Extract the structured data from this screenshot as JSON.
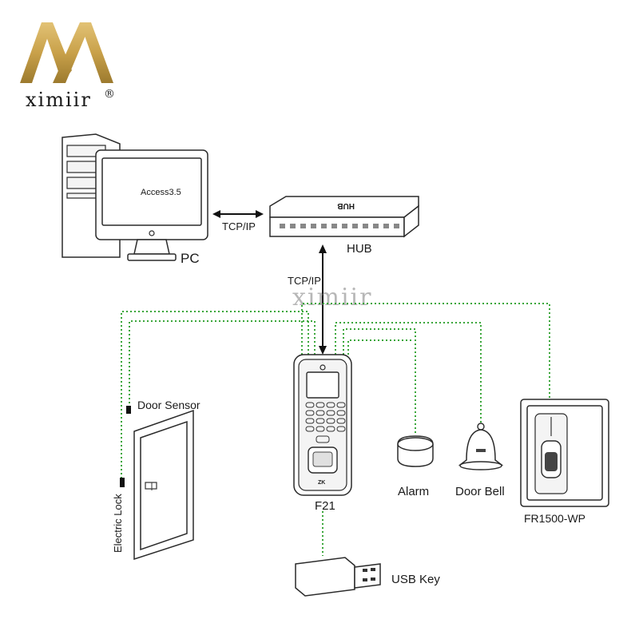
{
  "brand": {
    "name": "ximiir",
    "registered": "®",
    "logo_icon": "gold-m-logo-icon",
    "logo_color": "#c9a14a"
  },
  "watermark": "ximiir",
  "diagram": {
    "pc": {
      "label": "PC",
      "screen_text": "Access3.5"
    },
    "hub": {
      "label": "HUB",
      "case_text": "HUB"
    },
    "links": {
      "pc_hub": "TCP/IP",
      "hub_f21": "TCP/IP"
    },
    "f21": {
      "label": "F21",
      "badge": "ZK"
    },
    "door_sensor": {
      "label": "Door Sensor"
    },
    "electric_lock": {
      "label": "Electric Lock"
    },
    "alarm": {
      "label": "Alarm"
    },
    "door_bell": {
      "label": "Door Bell"
    },
    "reader": {
      "label": "FR1500-WP"
    },
    "usb": {
      "label": "USB Key"
    },
    "wire_color": "#3aa63a"
  }
}
